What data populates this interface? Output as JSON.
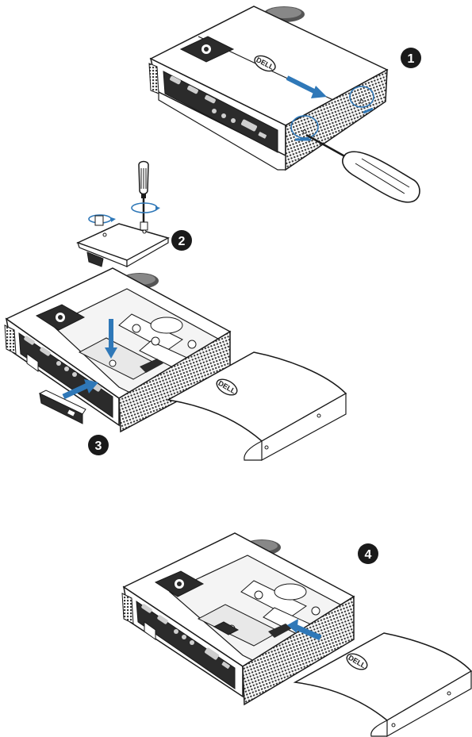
{
  "steps": [
    {
      "label": "1"
    },
    {
      "label": "2"
    },
    {
      "label": "3"
    },
    {
      "label": "4"
    }
  ],
  "brand_logo": "DELL",
  "colors": {
    "arrow": "#2f78b8",
    "badge": "#1a1a1a",
    "outline": "#1a1a1a",
    "vent": "#3a3a3a",
    "panel": "#2b2b2b"
  },
  "icons": [
    "screwdriver-icon",
    "rotate-arrow-icon",
    "push-arrow-icon"
  ]
}
